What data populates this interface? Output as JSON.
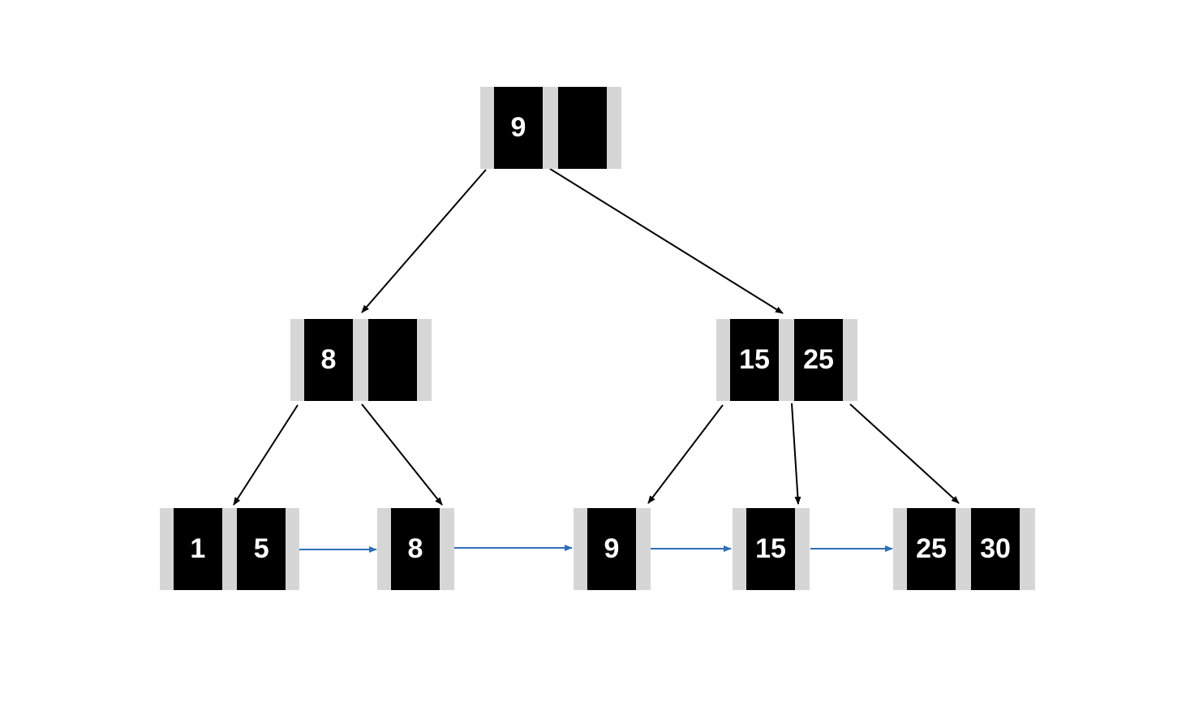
{
  "nodes": {
    "root": {
      "keys": [
        "9",
        ""
      ]
    },
    "internal_left": {
      "keys": [
        "8",
        ""
      ]
    },
    "internal_right": {
      "keys": [
        "15",
        "25"
      ]
    },
    "leaf_1": {
      "keys": [
        "1",
        "5"
      ]
    },
    "leaf_2": {
      "keys": [
        "8"
      ]
    },
    "leaf_3": {
      "keys": [
        "9"
      ]
    },
    "leaf_4": {
      "keys": [
        "15"
      ]
    },
    "leaf_5": {
      "keys": [
        "25",
        "30"
      ]
    }
  },
  "colors": {
    "key_fill": "#000000",
    "key_text": "#ffffff",
    "node_frame": "#d6d6d6",
    "tree_edge": "#000000",
    "leaf_link": "#2e6fb7"
  }
}
